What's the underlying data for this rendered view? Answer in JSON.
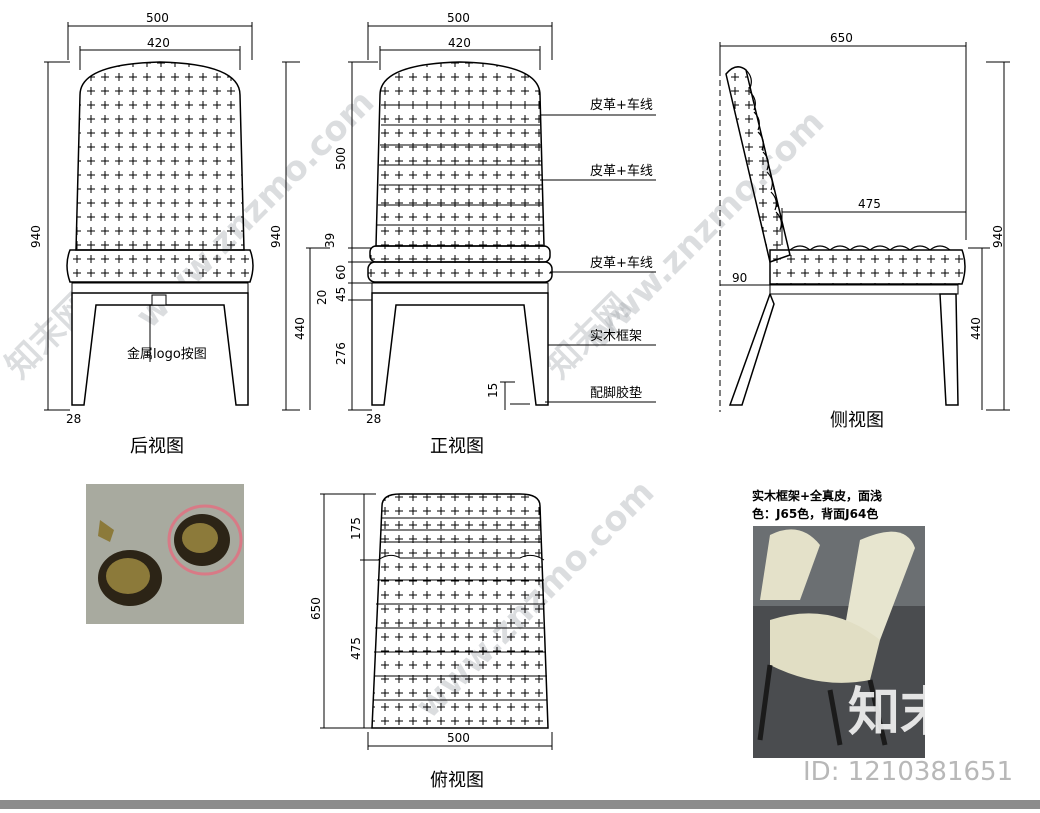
{
  "views": {
    "rear": {
      "title": "后视图",
      "dims": {
        "top_width": "500",
        "inner_width": "420",
        "height": "940",
        "leg": "28"
      },
      "callout": "金属logo按图"
    },
    "front": {
      "title": "正视图",
      "dims": {
        "top_width": "500",
        "inner_width": "420",
        "height": "940",
        "back": "500",
        "d39": "39",
        "d60": "60",
        "d45": "45",
        "d20": "20",
        "seat": "440",
        "d276": "276",
        "leg": "28",
        "pad": "15"
      },
      "labels": [
        "皮革+车线",
        "皮革+车线",
        "皮革+车线",
        "实木框架",
        "配脚胶垫"
      ]
    },
    "side": {
      "title": "侧视图",
      "dims": {
        "depth": "650",
        "seat_depth": "475",
        "height": "940",
        "seat_height": "440",
        "d90": "90"
      }
    },
    "top": {
      "title": "俯视图",
      "dims": {
        "depth": "650",
        "back": "175",
        "seat": "475",
        "width": "500"
      }
    }
  },
  "photo_note": {
    "line1": "实木框架+全真皮，面浅",
    "line2": "色：J65色，背面J64色"
  },
  "watermark": {
    "logo": "知末",
    "id": "ID: 1210381651",
    "site": "www.znzmo.com",
    "brand": "知末网"
  }
}
